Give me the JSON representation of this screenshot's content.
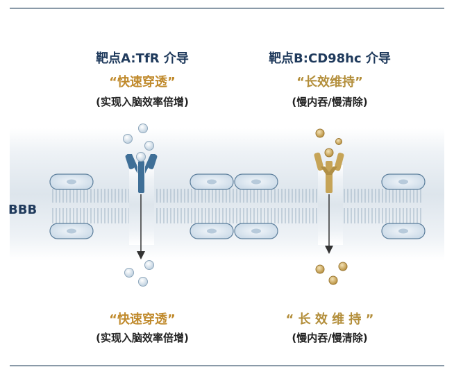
{
  "left": {
    "title": "靶点A:TfR  介导",
    "quote": "“快速穿透”",
    "sub": "(实现入脑效率倍增)",
    "bottom_quote": "“快速穿透”",
    "bottom_sub": "(实现入脑效率倍增)"
  },
  "right": {
    "title": "靶点B:CD98hc 介导",
    "quote": "“长效维持”",
    "sub": "(慢内吞/慢清除)",
    "bottom_quote": "“ 长 效 维 持 ”",
    "bottom_sub": "(慢内吞/慢清除)"
  },
  "membrane_label": "BBB",
  "colors": {
    "title": "#1f3a5c",
    "quote_left": "#c08a2c",
    "quote_right": "#b38e3a",
    "receptor_left": "#3f6f97",
    "receptor_right": "#c6a457",
    "cell_fill": "#dfe9f2",
    "cell_stroke": "#5d7f9c"
  },
  "icons": [
    "tfr-receptor-icon",
    "cd98hc-receptor-icon",
    "particle-icon",
    "arrow-down-icon"
  ]
}
